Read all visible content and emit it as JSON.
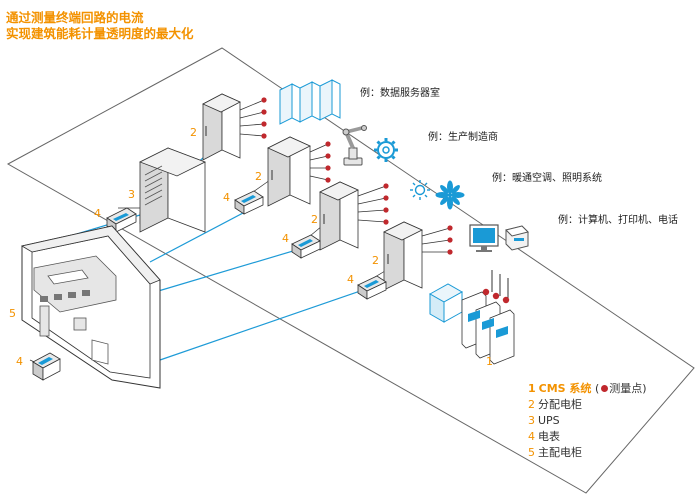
{
  "headline": {
    "line1": "通过测量终端回路的电流",
    "line2": "实现建筑能耗计量透明度的最大化"
  },
  "examples": [
    "例：数据服务器室",
    "例：生产制造商",
    "例：暖通空调、照明系统",
    "例：计算机、打印机、电话"
  ],
  "numbers": {
    "cms": "1",
    "distribution_cabinet": "2",
    "ups": "3",
    "meter": "4",
    "main_cabinet": "5"
  },
  "legend": {
    "items": [
      {
        "num": "1",
        "label": "CMS 系统"
      },
      {
        "num": "2",
        "label": "分配电柜"
      },
      {
        "num": "3",
        "label": "UPS"
      },
      {
        "num": "4",
        "label": "电表"
      },
      {
        "num": "5",
        "label": "主配电柜"
      }
    ],
    "paren_open": "(",
    "measure_point": "测量点)"
  },
  "colors": {
    "accent": "#f39200",
    "cable": "#1e9bd7",
    "line": "#333333",
    "measure_dot": "#c0282d",
    "icon_blue": "#1a9ad6"
  },
  "icons": [
    "server-rack-icon",
    "robot-arm-icon",
    "gear-icon",
    "lamp-icon",
    "fan-icon",
    "computer-monitor-icon",
    "printer-icon"
  ]
}
